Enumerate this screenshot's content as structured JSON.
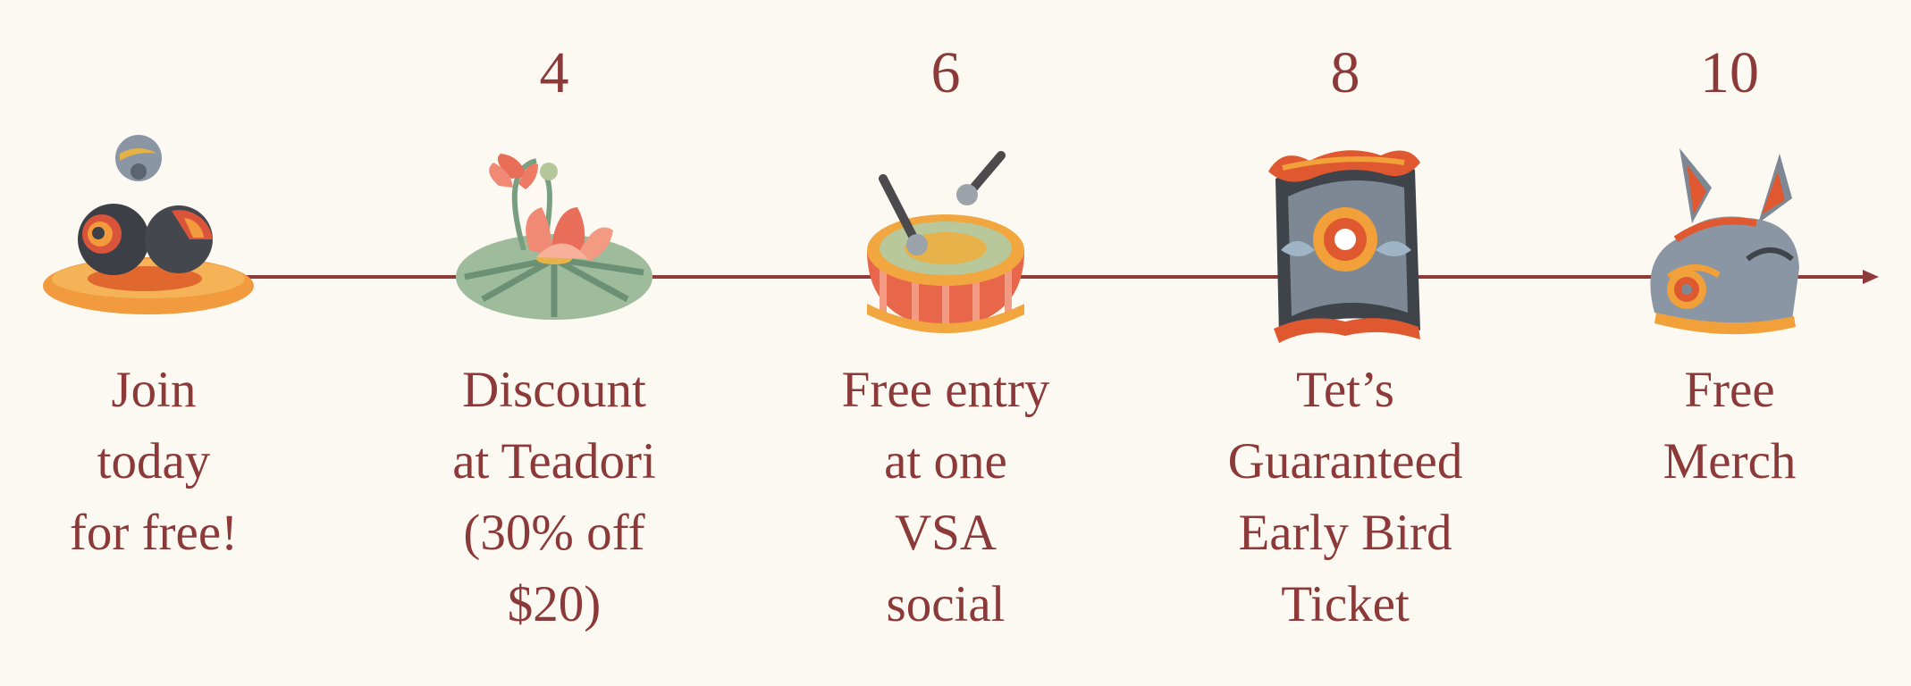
{
  "colors": {
    "background": "#fbf9f1",
    "text": "#8c3a39",
    "line": "#8f3b3a"
  },
  "milestones": [
    {
      "number": "",
      "icon": "balls-on-plate-icon",
      "label_lines": [
        "Join",
        "today",
        "for free!"
      ]
    },
    {
      "number": "4",
      "icon": "lotus-icon",
      "label_lines": [
        "Discount",
        "at Teadori",
        "(30% off",
        "$20)"
      ]
    },
    {
      "number": "6",
      "icon": "drum-icon",
      "label_lines": [
        "Free entry",
        "at one",
        "VSA",
        "social"
      ]
    },
    {
      "number": "8",
      "icon": "banner-scroll-icon",
      "label_lines": [
        "Tet’s",
        "Guaranteed",
        "Early Bird",
        "Ticket"
      ]
    },
    {
      "number": "10",
      "icon": "lion-mask-icon",
      "label_lines": [
        "Free",
        "Merch"
      ]
    }
  ]
}
